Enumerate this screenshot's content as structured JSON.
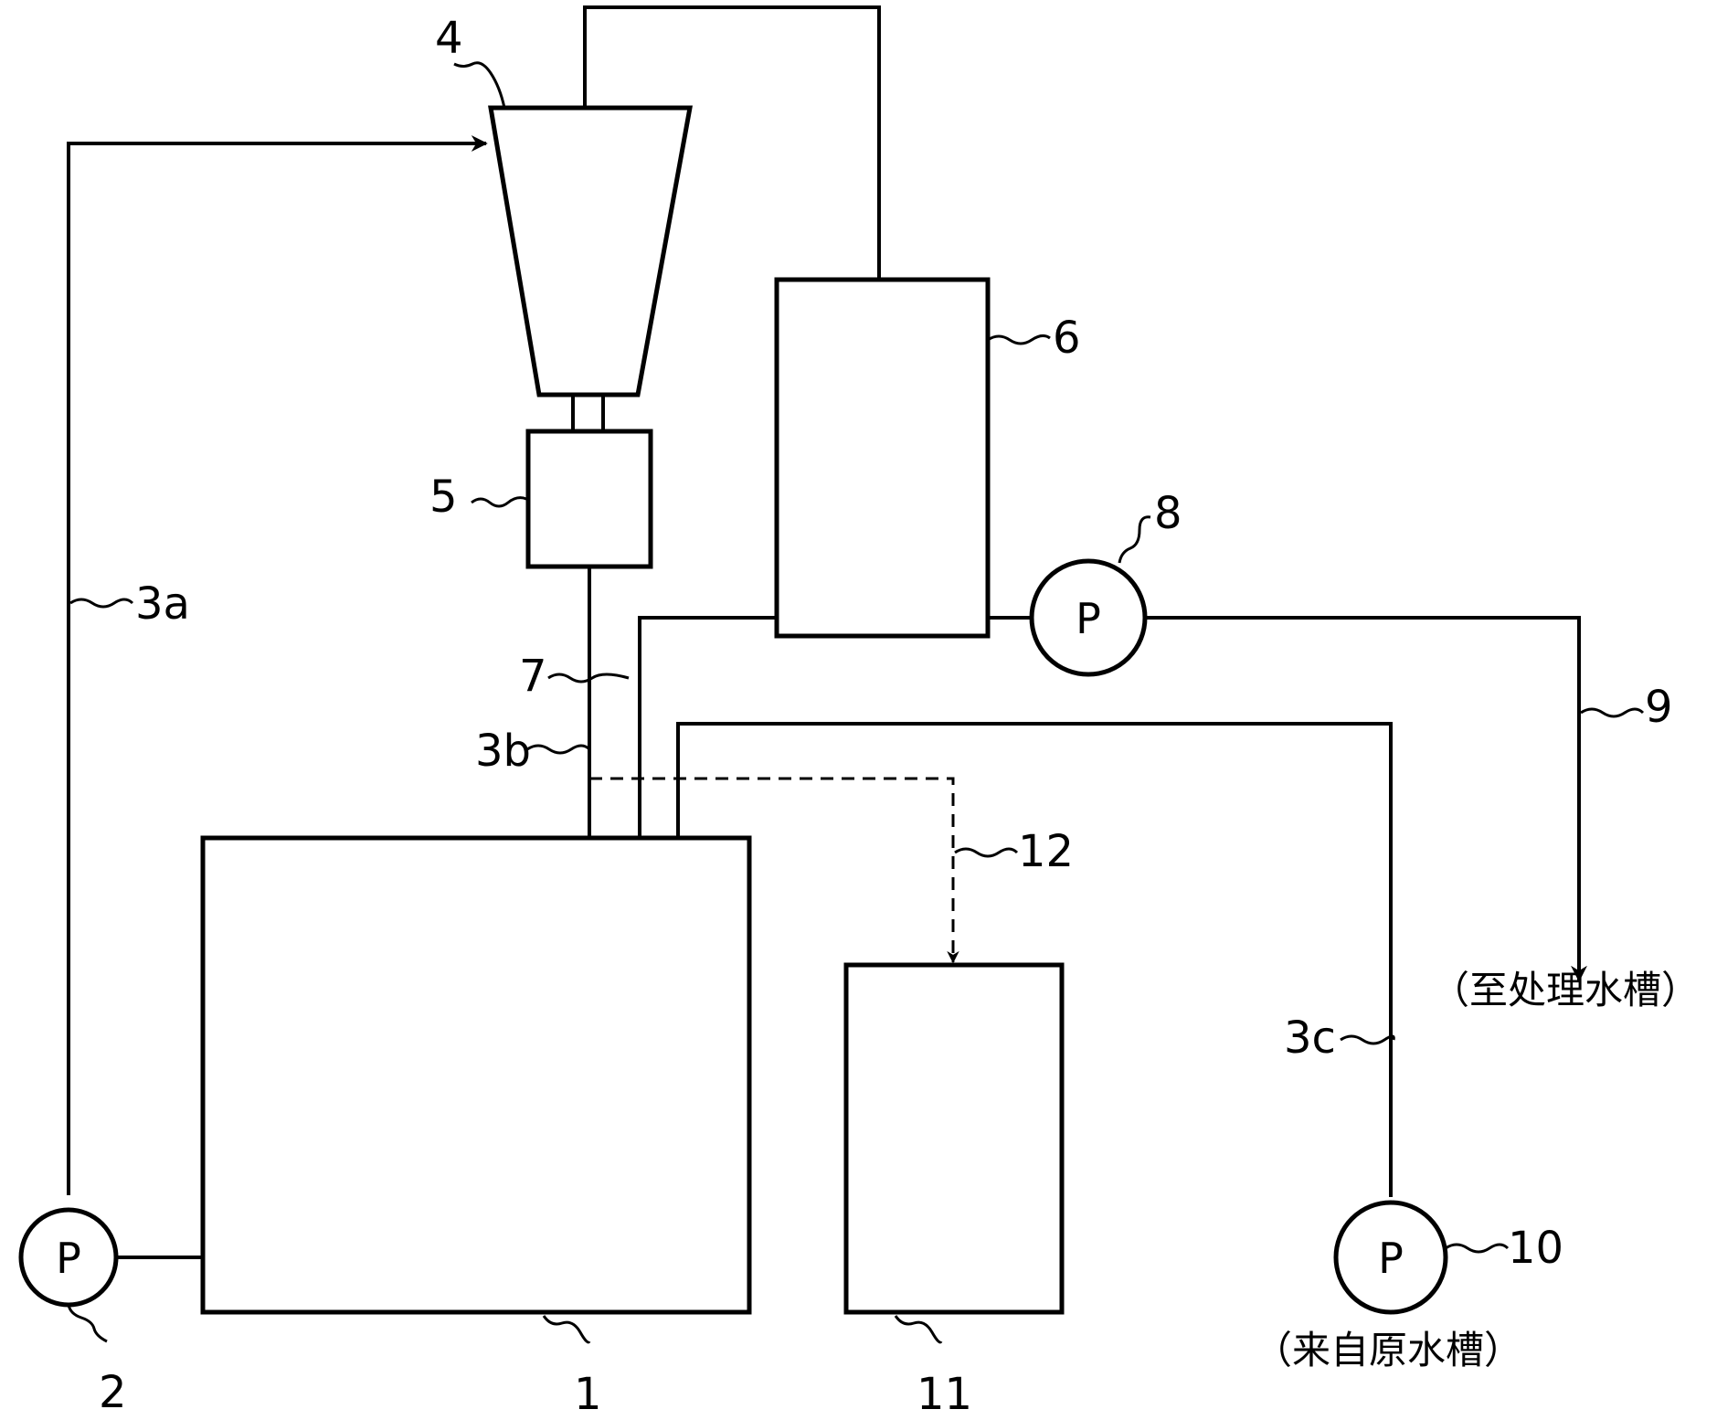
{
  "pump_symbol": "P",
  "labels": {
    "raw_tank": "1",
    "pump_2": "2",
    "pipe_3a": "3a",
    "pipe_3b": "3b",
    "pipe_3c": "3c",
    "hydrocyclone": "4",
    "unit_5": "5",
    "tank_6": "6",
    "pipe_7": "7",
    "pump_8": "8",
    "pipe_9": "9",
    "pump_10": "10",
    "tank_11": "11",
    "pipe_12": "12"
  },
  "annotations": {
    "to_treatment_tank": "（至处理水槽）",
    "from_raw_water_tank": "（来自原水槽）"
  },
  "icons": [
    "arrow-head-icon",
    "pump-icon"
  ]
}
